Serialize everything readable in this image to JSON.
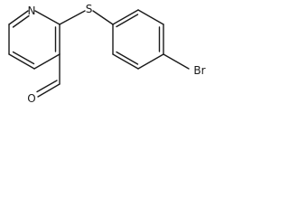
{
  "molecule": {
    "atoms": {
      "nitrogen": "N",
      "sulfur": "S",
      "bromine": "Br",
      "oxygen": "O"
    }
  }
}
